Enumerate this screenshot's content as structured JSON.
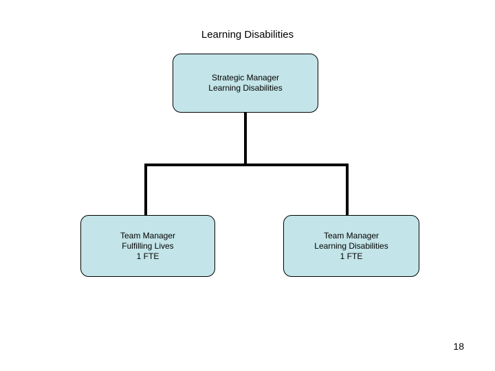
{
  "slide": {
    "title": "Learning Disabilities",
    "page_number": "18",
    "background_color": "#ffffff"
  },
  "theme": {
    "node_fill": "#c3e4e8",
    "node_border": "#000000",
    "connector_color": "#000000",
    "text_color": "#000000"
  },
  "chart_data": {
    "type": "org-chart",
    "title": "Learning Disabilities",
    "nodes": [
      {
        "id": "root",
        "label": "Strategic Manager\nLearning Disabilities",
        "lines": [
          "Strategic Manager",
          "Learning Disabilities"
        ],
        "level": 0,
        "parent": null
      },
      {
        "id": "team-fulfilling-lives",
        "label": "Team Manager\nFulfilling Lives\n1 FTE",
        "lines": [
          "Team Manager",
          "Fulfilling Lives",
          "1 FTE"
        ],
        "level": 1,
        "parent": "root"
      },
      {
        "id": "team-learning-disabilities",
        "label": "Team Manager\nLearning Disabilities\n1 FTE",
        "lines": [
          "Team Manager",
          "Learning Disabilities",
          "1 FTE"
        ],
        "level": 1,
        "parent": "root"
      }
    ],
    "edges": [
      {
        "from": "root",
        "to": "team-fulfilling-lives"
      },
      {
        "from": "root",
        "to": "team-learning-disabilities"
      }
    ]
  }
}
